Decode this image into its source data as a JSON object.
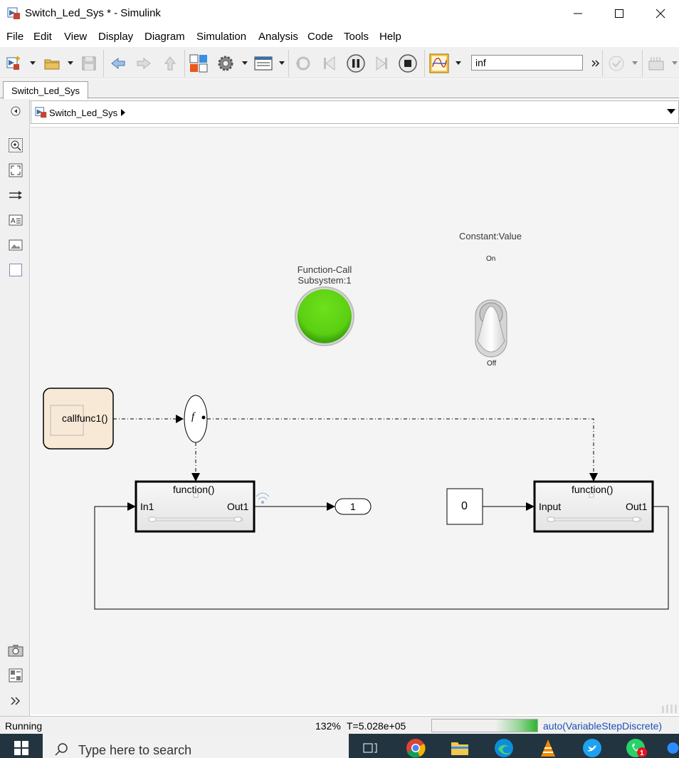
{
  "window": {
    "title": "Switch_Led_Sys * - Simulink",
    "minimize_icon": "minimize-icon",
    "maximize_icon": "maximize-icon",
    "close_icon": "close-icon"
  },
  "menu": [
    "File",
    "Edit",
    "View",
    "Display",
    "Diagram",
    "Simulation",
    "Analysis",
    "Code",
    "Tools",
    "Help"
  ],
  "toolbar": {
    "stop_time": "inf",
    "icons": [
      "new-model-icon",
      "open-icon",
      "save-icon",
      "back-icon",
      "forward-icon",
      "up-icon",
      "library-browser-icon",
      "settings-gear-icon",
      "model-explorer-icon",
      "step-back-icon",
      "pause-icon",
      "step-forward-icon",
      "stop-icon",
      "scope-icon",
      "more-icon",
      "check-icon",
      "build-icon"
    ]
  },
  "tabs": [
    {
      "label": "Switch_Led_Sys"
    }
  ],
  "breadcrumb": {
    "model": "Switch_Led_Sys"
  },
  "left_tools": [
    "zoom-in-icon",
    "fit-view-icon",
    "arrange-icon",
    "annotation-icon",
    "image-icon",
    "area-icon",
    "camera-icon",
    "report-icon",
    "expand-icon"
  ],
  "diagram": {
    "lamp_label_line1": "Function-Call",
    "lamp_label_line2": "Subsystem:1",
    "lamp_color": "#5fd314",
    "switch_label": "Constant:Value",
    "switch_on": "On",
    "switch_off": "Off",
    "chart_block": "callfunc1()",
    "fcall_symbol": "f",
    "subsystem1_title": "function()",
    "subsystem1_in": "In1",
    "subsystem1_out": "Out1",
    "outport_value": "1",
    "constant_value": "0",
    "subsystem2_title": "function()",
    "subsystem2_in": "Input",
    "subsystem2_out": "Out1"
  },
  "status": {
    "state": "Running",
    "zoom": "132%",
    "time": "T=5.028e+05",
    "solver": "auto(VariableStepDiscrete)",
    "accent_color": "#1f4fb5"
  },
  "taskbar": {
    "search_placeholder": "Type here to search",
    "whatsapp_badge": "1"
  }
}
